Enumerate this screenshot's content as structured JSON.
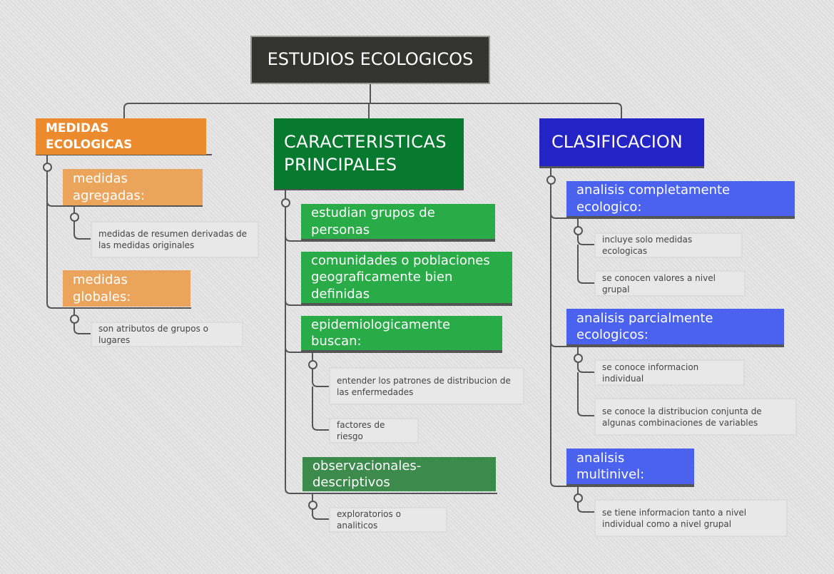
{
  "root": {
    "label": "ESTUDIOS ECOLOGICOS"
  },
  "medidas": {
    "label": "MEDIDAS ECOLOGICAS",
    "agregadas": {
      "label": "medidas agregadas:",
      "detail": "medidas de resumen derivadas de las medidas originales"
    },
    "globales": {
      "label": "medidas globales:",
      "detail": "son atributos de grupos o lugares"
    }
  },
  "caracteristicas": {
    "label": "CARACTERISTICAS PRINCIPALES",
    "grupos": {
      "label": "estudian grupos de personas"
    },
    "comunidades": {
      "label": "comunidades o poblaciones geograficamente bien definidas"
    },
    "buscan": {
      "label": "epidemiologicamente buscan:",
      "patrones": "entender los patrones de distribucion de las enfermedades",
      "riesgo": "factores de riesgo"
    },
    "observacionales": {
      "label": "observacionales-descriptivos",
      "detail": "exploratorios o analiticos"
    }
  },
  "clasificacion": {
    "label": "CLASIFICACION",
    "completo": {
      "label": "analisis completamente ecologico:",
      "d1": "incluye solo medidas ecologicas",
      "d2": "se conocen valores a nivel grupal"
    },
    "parcial": {
      "label": "analisis parcialmente ecologicos:",
      "d1": "se conoce informacion individual",
      "d2": "se conoce la distribucion conjunta de algunas combinaciones de variables"
    },
    "multinivel": {
      "label": "analisis multinivel:",
      "d1": "se tiene informacion tanto a nivel individual como a nivel grupal"
    }
  },
  "colors": {
    "root": "#333330",
    "orange": "#ec8a2e",
    "orange_light": "#eba45c",
    "green_dark": "#077a2f",
    "green": "#29ab48",
    "blue_dark": "#2323c6",
    "blue": "#4b62ee"
  }
}
